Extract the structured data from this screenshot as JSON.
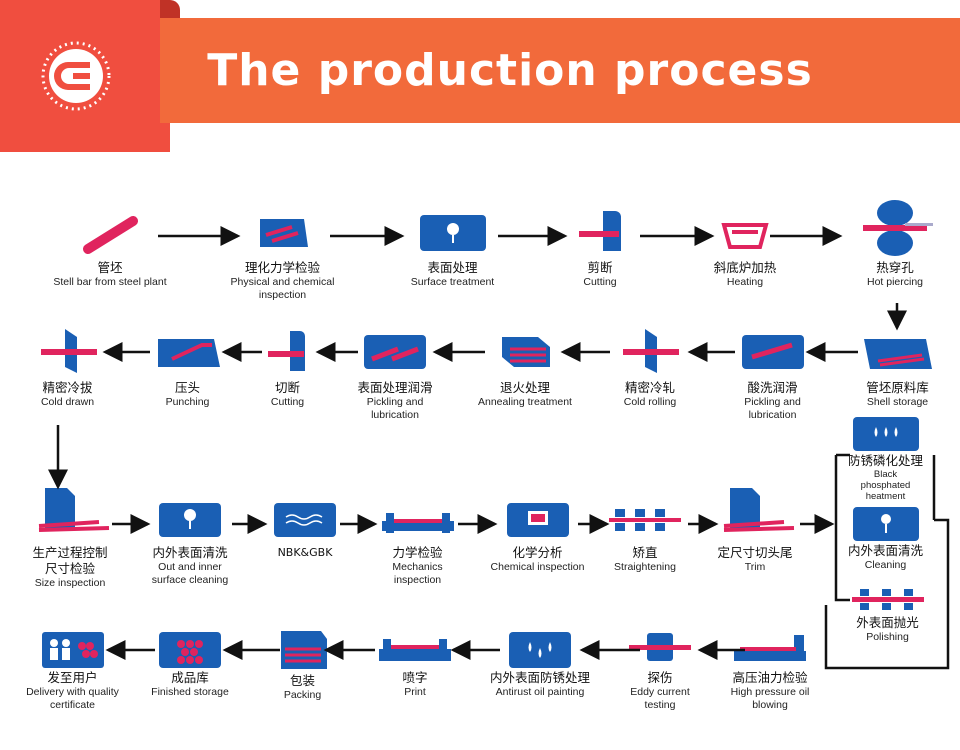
{
  "header": {
    "title": "The production process",
    "accent": "#f26a3b",
    "tab_color": "#f04e3f",
    "logo_icon": "company-logo-icon"
  },
  "colors": {
    "icon_blue": "#1a5fb4",
    "bar_red": "#e0245e",
    "arrow": "#111111"
  },
  "steps": [
    {
      "cn": "管坯",
      "en": "Stell bar from steel plant",
      "icon": "steel-bar-icon"
    },
    {
      "cn": "理化力学检验",
      "en": "Physical and chemical inspection",
      "icon": "inspection-icon"
    },
    {
      "cn": "表面处理",
      "en": "Surface treatment",
      "icon": "surface-treatment-icon"
    },
    {
      "cn": "剪断",
      "en": "Cutting",
      "icon": "cutting-icon"
    },
    {
      "cn": "斜底炉加热",
      "en": "Heating",
      "icon": "furnace-icon"
    },
    {
      "cn": "热穿孔",
      "en": "Hot piercing",
      "icon": "piercing-rollers-icon"
    },
    {
      "cn": "管坯原料库",
      "en": "Shell storage",
      "icon": "shell-storage-icon"
    },
    {
      "cn": "酸洗润滑",
      "en": "Pickling and lubrication",
      "icon": "pickling-tank-icon"
    },
    {
      "cn": "精密冷轧",
      "en": "Cold rolling",
      "icon": "cold-rolling-icon"
    },
    {
      "cn": "退火处理",
      "en": "Annealing treatment",
      "icon": "annealing-icon"
    },
    {
      "cn": "表面处理润滑",
      "en": "Pickling and lubrication",
      "icon": "pickling-tank-icon"
    },
    {
      "cn": "切断",
      "en": "Cutting",
      "icon": "cutting-icon"
    },
    {
      "cn": "压头",
      "en": "Punching",
      "icon": "punching-icon"
    },
    {
      "cn": "精密冷拔",
      "en": "Cold drawn",
      "icon": "cold-drawn-icon"
    },
    {
      "cn": "生产过程控制尺寸检验",
      "en": "Size inspection",
      "icon": "size-inspection-icon"
    },
    {
      "cn": "内外表面清洗",
      "en": "Out and inner surface cleaning",
      "icon": "cleaning-icon"
    },
    {
      "cn": "NBK&GBK",
      "en": "",
      "icon": "nbk-gbk-furnace-icon"
    },
    {
      "cn": "力学检验",
      "en": "Mechanics inspection",
      "icon": "mechanics-inspection-icon"
    },
    {
      "cn": "化学分析",
      "en": "Chemical inspection",
      "icon": "chemical-analysis-icon"
    },
    {
      "cn": "矫直",
      "en": "Straightening",
      "icon": "straightening-icon"
    },
    {
      "cn": "定尺寸切头尾",
      "en": "Trim",
      "icon": "trim-icon"
    },
    {
      "cn": "防锈磷化处理",
      "en": "Black phosphated heatment",
      "icon": "phosphating-icon"
    },
    {
      "cn": "内外表面清洗",
      "en": "Cleaning",
      "icon": "cleaning-icon"
    },
    {
      "cn": "外表面抛光",
      "en": "Polishing",
      "icon": "polishing-icon"
    },
    {
      "cn": "高压油力检验",
      "en": "High pressure oil blowing",
      "icon": "oil-blowing-icon"
    },
    {
      "cn": "探伤",
      "en": "Eddy current testing",
      "icon": "eddy-current-icon"
    },
    {
      "cn": "内外表面防锈处理",
      "en": "Antirust oil painting",
      "icon": "antirust-icon"
    },
    {
      "cn": "喷字",
      "en": "Print",
      "icon": "print-icon"
    },
    {
      "cn": "包装",
      "en": "Packing",
      "icon": "packing-icon"
    },
    {
      "cn": "成品库",
      "en": "Finished storage",
      "icon": "finished-storage-icon"
    },
    {
      "cn": "发至用户",
      "en": "Delivery with quality certificate",
      "icon": "delivery-icon"
    }
  ]
}
